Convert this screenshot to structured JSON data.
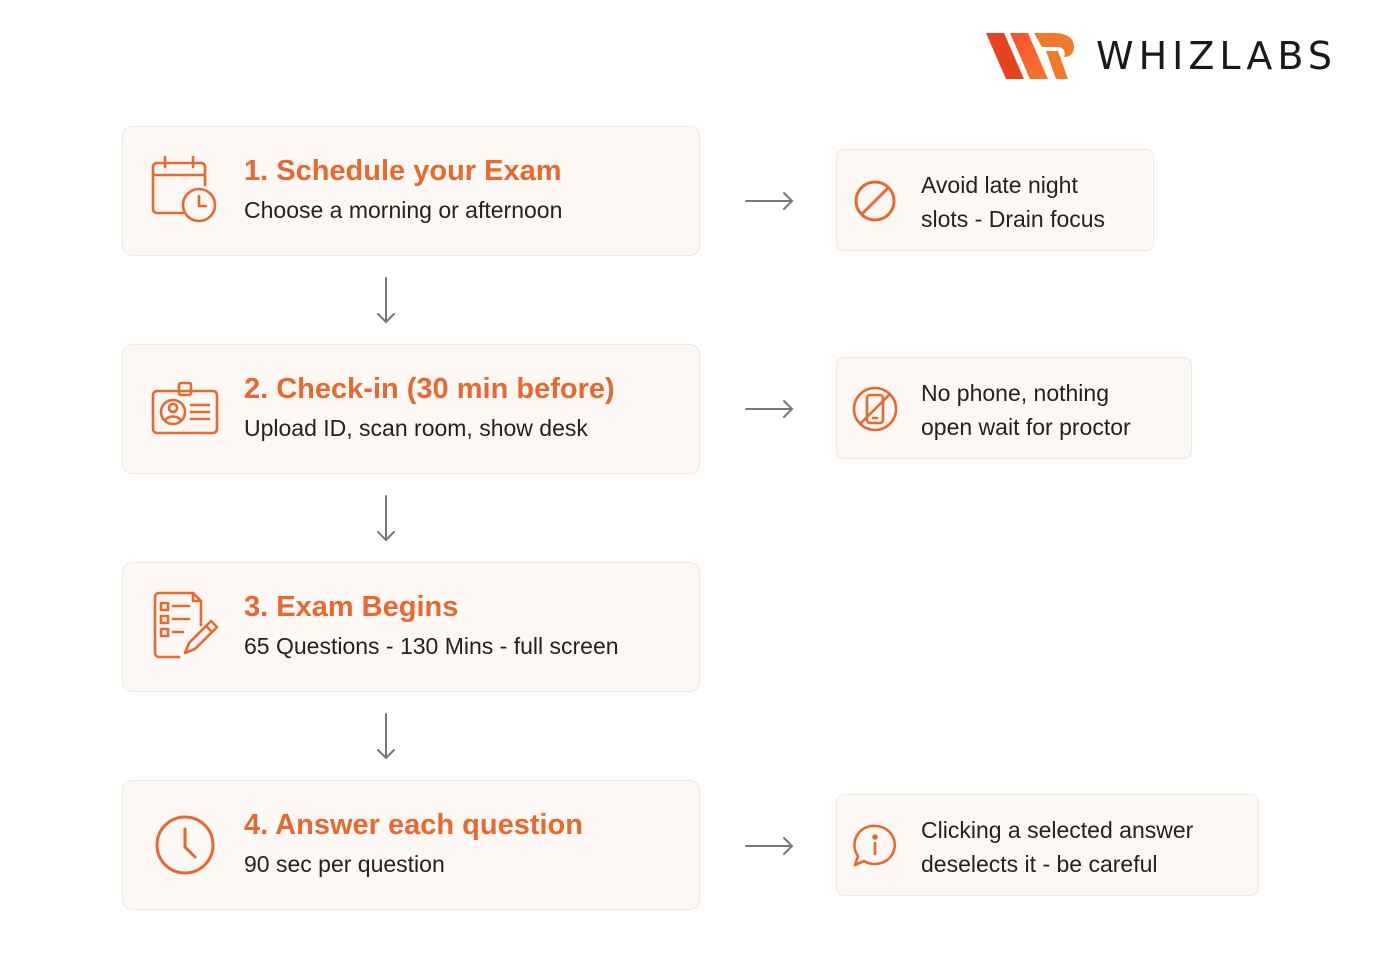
{
  "brand": {
    "name": "WHIZLABS",
    "accent_color": "#e8692f",
    "text_color": "#1a1a1a"
  },
  "steps": [
    {
      "title": "1. Schedule your Exam",
      "description": "Choose a morning or afternoon",
      "icon": "calendar-clock-icon"
    },
    {
      "title": "2. Check-in (30 min before)",
      "description": "Upload ID, scan room, show desk",
      "icon": "id-card-icon"
    },
    {
      "title": "3. Exam Begins",
      "description": "65 Questions - 130 Mins - full screen",
      "icon": "checklist-pencil-icon"
    },
    {
      "title": "4. Answer each question",
      "description": "90 sec per question",
      "icon": "clock-icon"
    }
  ],
  "tips": [
    {
      "line1": "Avoid late night",
      "line2": "slots - Drain focus",
      "icon": "prohibited-icon"
    },
    {
      "line1": "No phone, nothing",
      "line2": "open wait for proctor",
      "icon": "no-phone-icon"
    },
    {
      "line1": "Clicking a selected answer",
      "line2": "deselects it - be careful",
      "icon": "info-bubble-icon"
    }
  ]
}
